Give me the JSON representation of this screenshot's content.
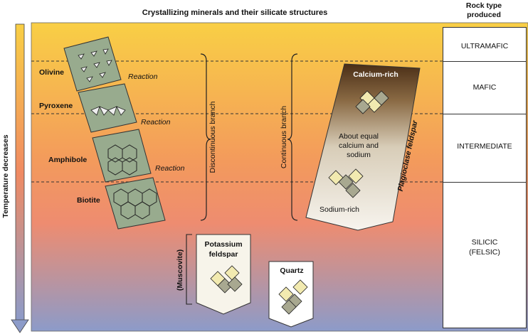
{
  "title": "Crystallizing minerals and their silicate structures",
  "rock_header": "Rock type produced",
  "axis_label": "Temperature decreases",
  "minerals": {
    "olivine": "Olivine",
    "pyroxene": "Pyroxene",
    "amphibole": "Amphibole",
    "biotite": "Biotite"
  },
  "reaction_label": "Reaction",
  "branches": {
    "discontinuous": "Discontinuous branch",
    "continuous": "Continuous branch"
  },
  "plagioclase": {
    "name": "Plagioclase feldspar",
    "calcium_rich": "Calcium-rich",
    "middle_line1": "About equal",
    "middle_line2": "calcium and",
    "middle_line3": "sodium",
    "sodium_rich": "Sodium-rich"
  },
  "potassium_line1": "Potassium",
  "potassium_line2": "feldspar",
  "muscovite": "(Muscovite)",
  "quartz": "Quartz",
  "rock_types": {
    "ultramafic": "ULTRAMAFIC",
    "mafic": "MAFIC",
    "intermediate": "INTERMEDIATE",
    "silicic_line1": "SILICIC",
    "silicic_line2": "(FELSIC)"
  },
  "colors": {
    "gradient_top": "#f9cf45",
    "gradient_mid": "#f08c6a",
    "gradient_bottom": "#8c9bc9",
    "mineral_card": "#98ab8e",
    "plagioclase_dark": "#4a2e16"
  }
}
